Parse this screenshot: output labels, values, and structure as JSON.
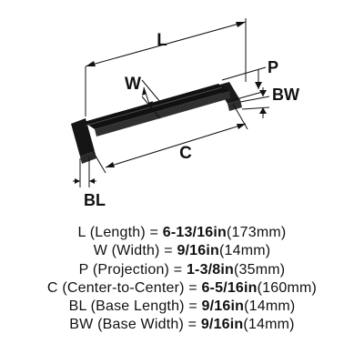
{
  "diagram": {
    "labels": {
      "L": "L",
      "W": "W",
      "P": "P",
      "BW": "BW",
      "C": "C",
      "BL": "BL"
    }
  },
  "specs": [
    {
      "desc": "L (Length) = ",
      "value": "6-13/16in",
      "metric": "(173mm)"
    },
    {
      "desc": "W (Width) = ",
      "value": "9/16in",
      "metric": "(14mm)"
    },
    {
      "desc": "P (Projection) = ",
      "value": "1-3/8in",
      "metric": "(35mm)"
    },
    {
      "desc": "C (Center-to-Center) = ",
      "value": "6-5/16in",
      "metric": "(160mm)"
    },
    {
      "desc": "BL (Base Length) = ",
      "value": "9/16in",
      "metric": "(14mm)"
    },
    {
      "desc": "BW (Base Width) = ",
      "value": "9/16in",
      "metric": "(14mm)"
    }
  ]
}
